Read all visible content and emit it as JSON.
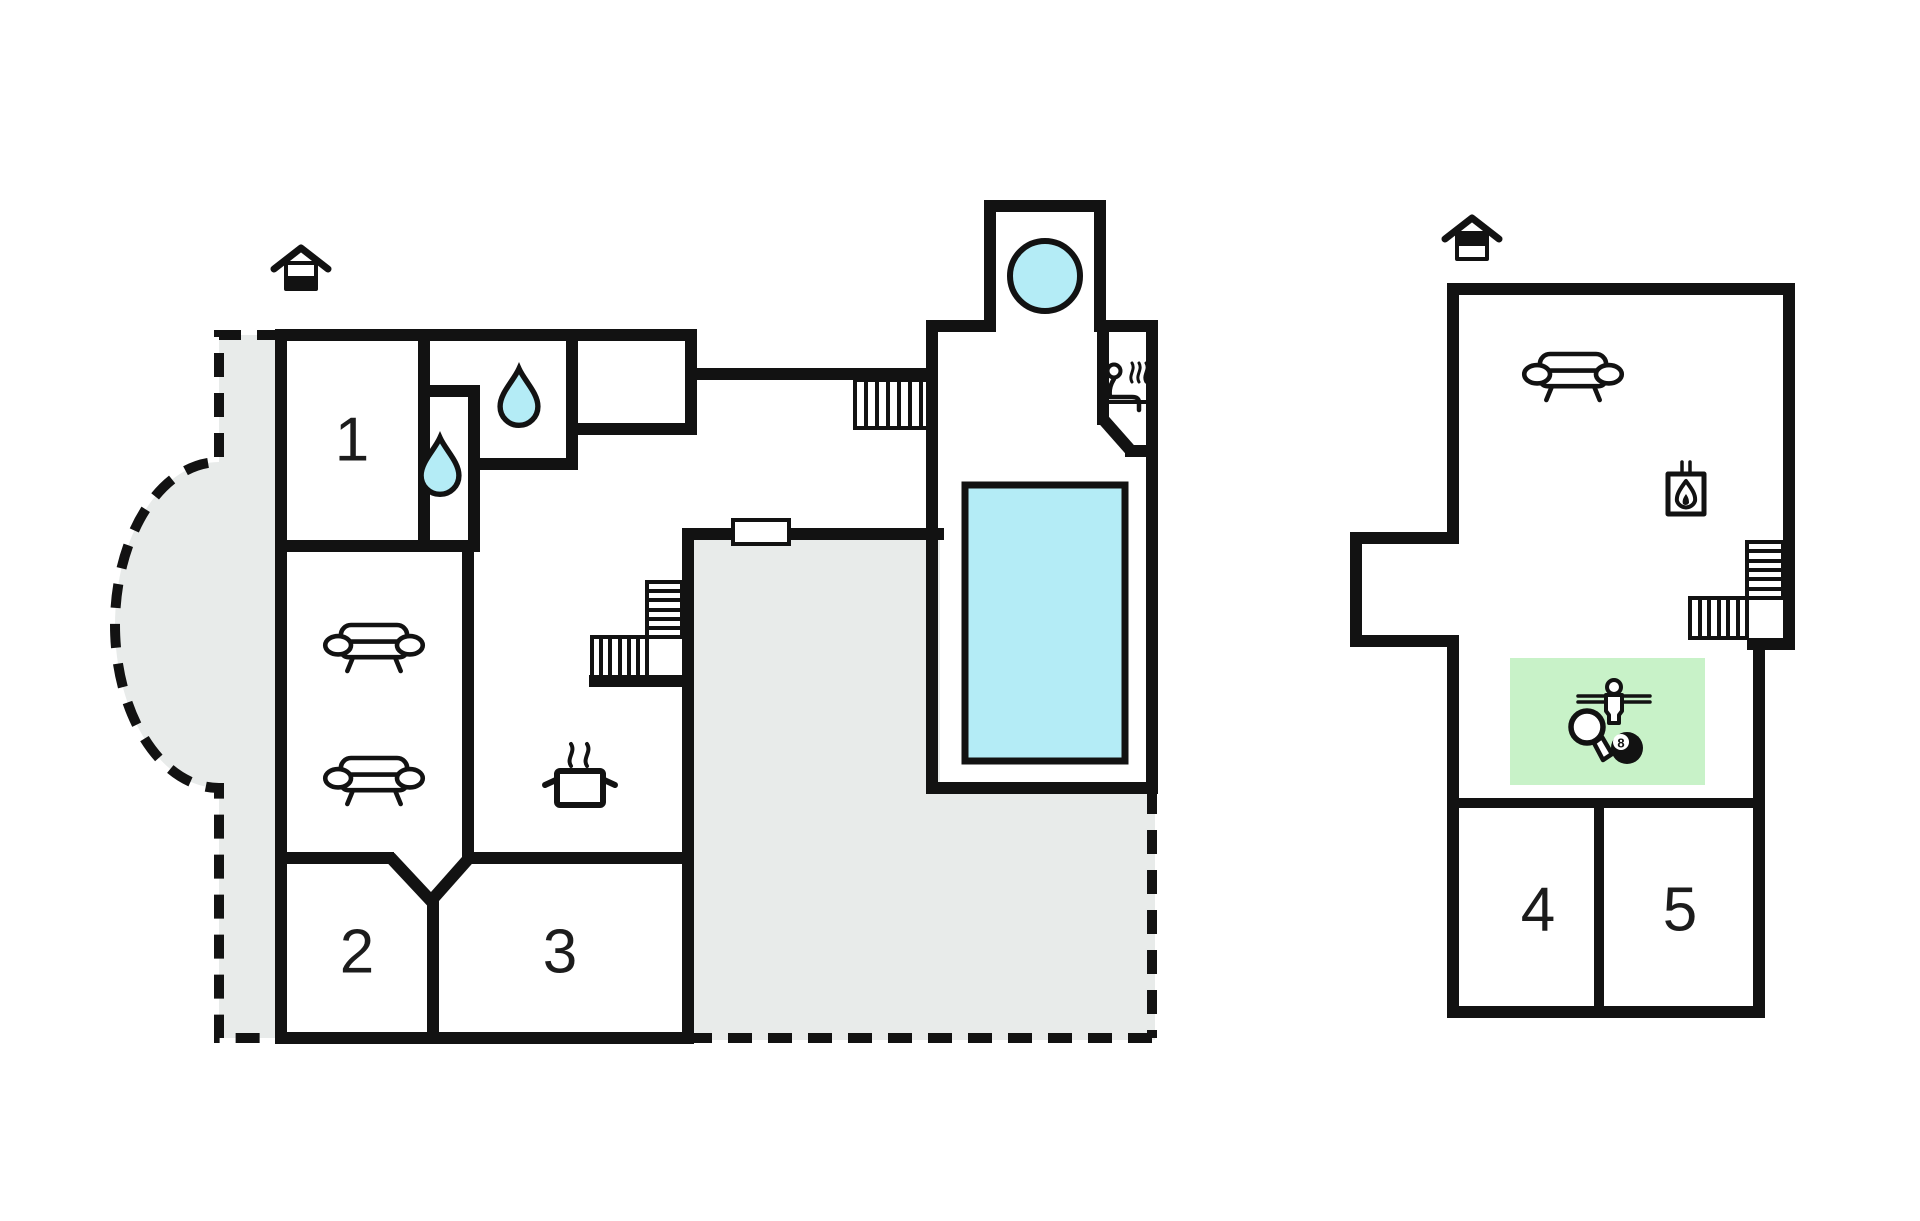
{
  "colors": {
    "wall": "#121212",
    "line": "#1c1c1c",
    "water": "#b4ecf6",
    "terrace": "#e8ebea",
    "games": "#c8f2c8"
  },
  "rooms": [
    {
      "label": "1"
    },
    {
      "label": "2"
    },
    {
      "label": "3"
    },
    {
      "label": "4"
    },
    {
      "label": "5"
    }
  ],
  "billiard_ball_label": "8",
  "icons": {
    "house-ground-floor-icon": "house glyph, lower band filled (ground floor indicator)",
    "house-upper-floor-icon": "house glyph, upper band filled (upper floor indicator)",
    "sofa-icon": "top-view sofa",
    "bathroom-drop-icon": "water drop (bath/shower)",
    "kitchen-pot-icon": "steaming pot (kitchen)",
    "stairs-icon": "hatched staircase",
    "hot-tub-icon": "round hot tub",
    "pool-icon": "rectangular swimming pool",
    "sauna-person-icon": "person on sauna bench with steam",
    "fireplace-icon": "stove with flame",
    "foosball-player-icon": "table football figure on rod",
    "table-tennis-paddle-icon": "ping-pong paddle",
    "billiard-8-ball-icon": "black eight ball",
    "door-opening-icon": "door/window opening in wall"
  }
}
